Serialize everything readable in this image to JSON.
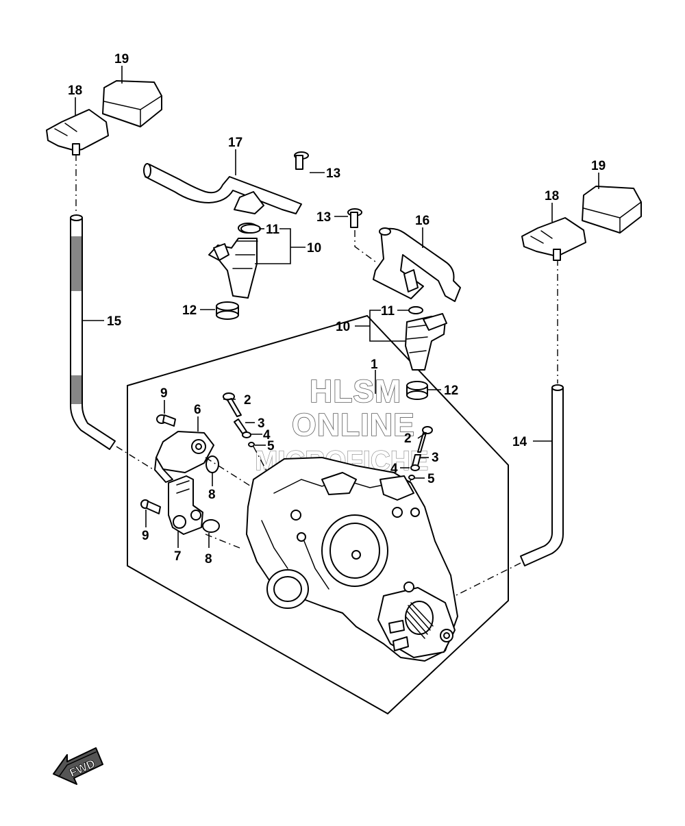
{
  "watermark": {
    "line1": "HLSM",
    "line2": "ONLINE",
    "line3": "MICROFICHE"
  },
  "fwd_label": "FWD",
  "callouts": {
    "c1": "1",
    "c2a": "2",
    "c2b": "2",
    "c3a": "3",
    "c3b": "3",
    "c4a": "4",
    "c4b": "4",
    "c5a": "5",
    "c5b": "5",
    "c6": "6",
    "c7": "7",
    "c8a": "8",
    "c8b": "8",
    "c9a": "9",
    "c9b": "9",
    "c10a": "10",
    "c10b": "10",
    "c11a": "11",
    "c11b": "11",
    "c12a": "12",
    "c12b": "12",
    "c13a": "13",
    "c13b": "13",
    "c14": "14",
    "c15": "15",
    "c16": "16",
    "c17": "17",
    "c18a": "18",
    "c18b": "18",
    "c19a": "19",
    "c19b": "19"
  }
}
